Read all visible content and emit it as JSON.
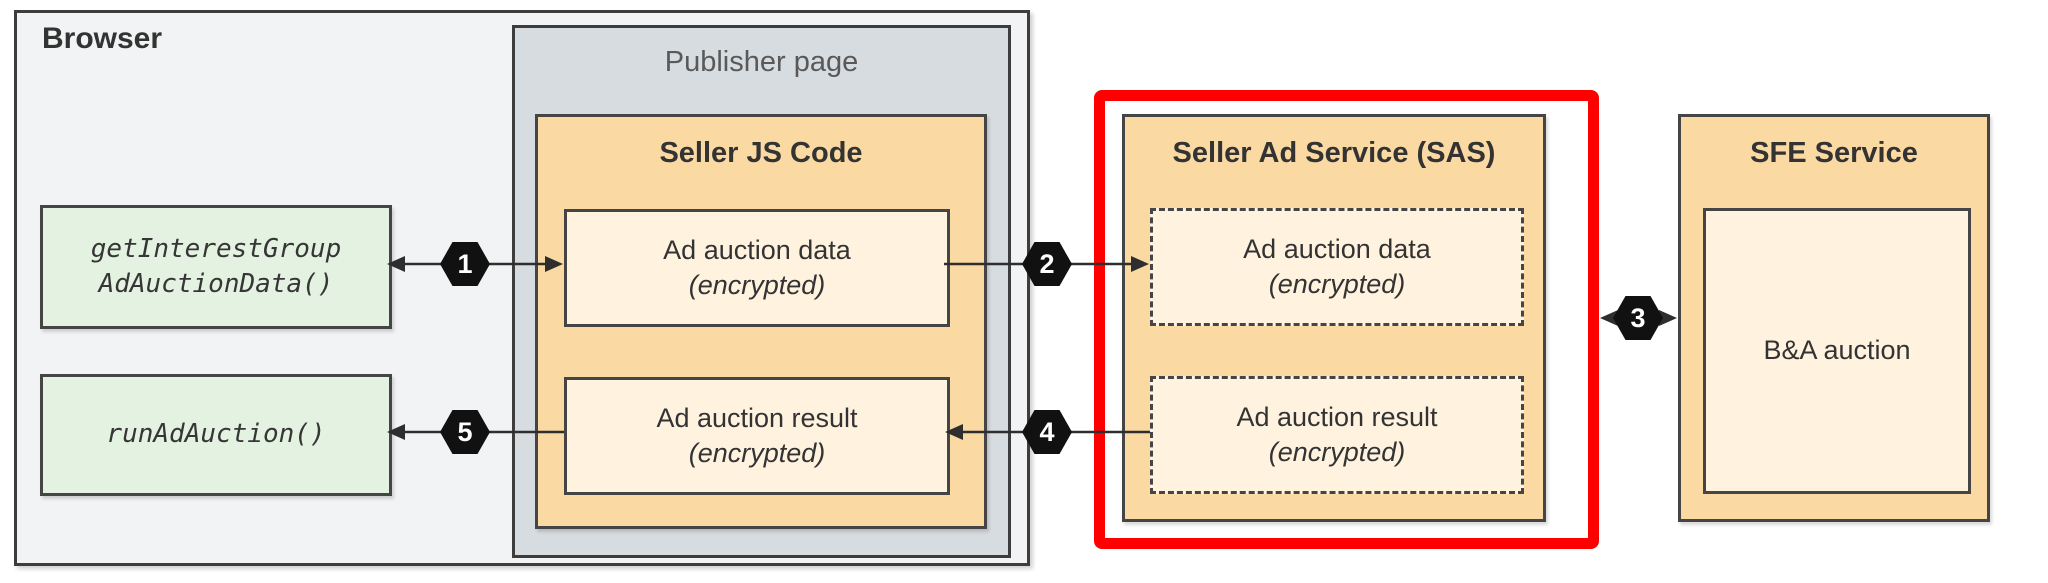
{
  "browser": {
    "label": "Browser",
    "calls": [
      {
        "line1": "getInterestGroup",
        "line2": "AdAuctionData()"
      },
      {
        "line1": "runAdAuction()"
      }
    ],
    "publisher": {
      "label": "Publisher page",
      "seller_js": {
        "title": "Seller JS Code",
        "data_box": {
          "line1": "Ad auction data",
          "line2": "(encrypted)"
        },
        "result_box": {
          "line1": "Ad auction result",
          "line2": "(encrypted)"
        }
      }
    }
  },
  "sas": {
    "title": "Seller Ad Service (SAS)",
    "data_box": {
      "line1": "Ad auction data",
      "line2": "(encrypted)"
    },
    "result_box": {
      "line1": "Ad auction result",
      "line2": "(encrypted)"
    }
  },
  "sfe": {
    "title": "SFE Service",
    "auction_box": {
      "label": "B&A auction"
    }
  },
  "steps": [
    {
      "number": "1"
    },
    {
      "number": "2"
    },
    {
      "number": "3"
    },
    {
      "number": "4"
    },
    {
      "number": "5"
    }
  ],
  "colors": {
    "highlight_frame": "#FE0000",
    "service_fill": "#FBD9A3",
    "inner_fill": "#FFF3E0",
    "api_fill": "#E4F3E1",
    "publisher_fill": "#D7DCE0",
    "browser_fill": "#F2F3F4",
    "step_badge_fill": "#111111"
  }
}
